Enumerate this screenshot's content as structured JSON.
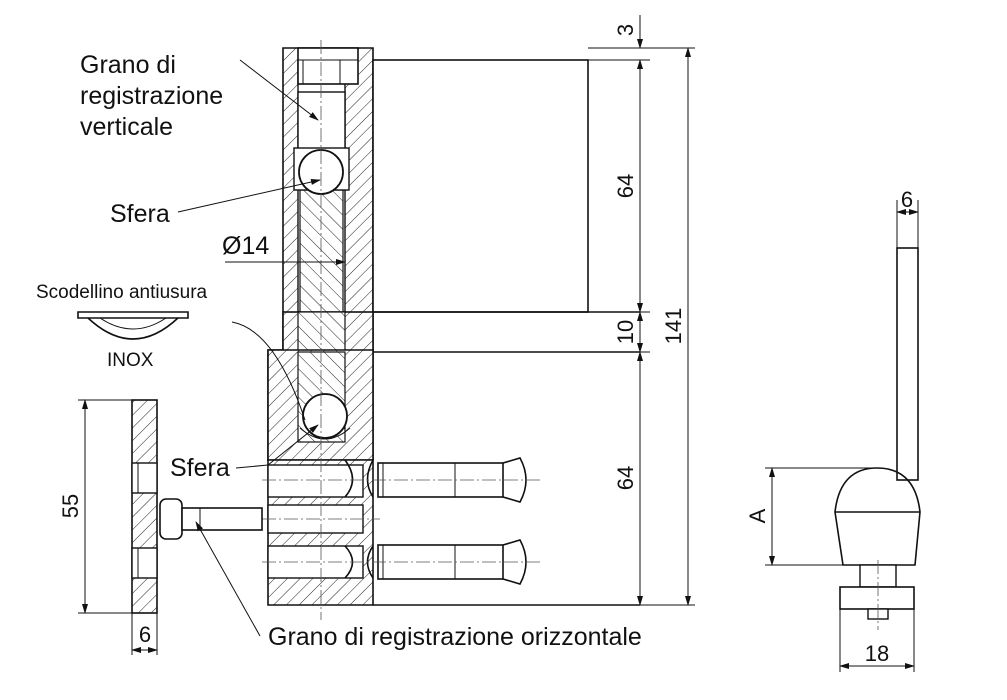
{
  "labels": {
    "vertical_screw": [
      "Grano di",
      "registrazione",
      "verticale"
    ],
    "ball_top": "Sfera",
    "ball_bottom": "Sfera",
    "diameter": "Ø14",
    "cup": "Scodellino antiusura",
    "cup_material": "INOX",
    "horizontal_screw": "Grano di registrazione orizzontale"
  },
  "dimensions": {
    "top_gap": "3",
    "upper_length": "64",
    "middle_gap": "10",
    "lower_length": "64",
    "total_height": "141",
    "plate_height": "55",
    "plate_thickness": "6",
    "pin_width": "6",
    "head_height": "A",
    "base_width": "18"
  }
}
